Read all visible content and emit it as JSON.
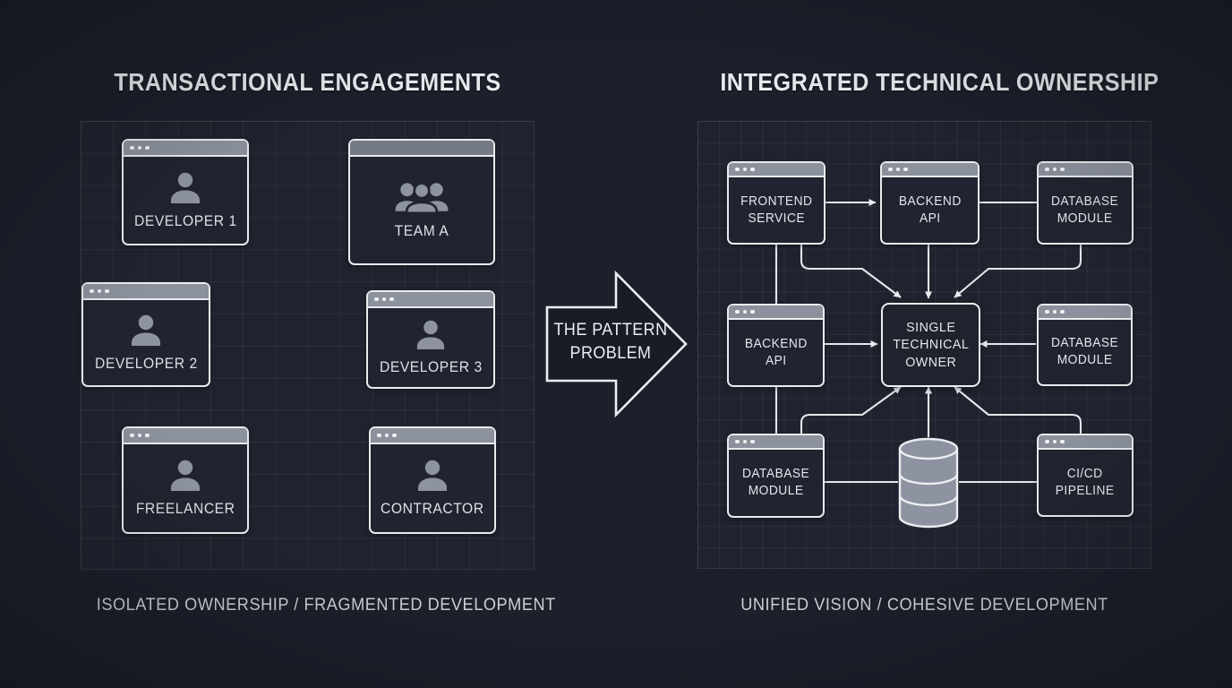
{
  "colors": {
    "background": "#1c202b",
    "panel_background": "#20232f",
    "grid_line": "#2e3240",
    "window_border": "#e9ebef",
    "titlebar_gray": "#8b919d",
    "icon_gray": "#8d93a0",
    "text_light": "#e8eaee",
    "connector_line": "#e4e6ea"
  },
  "left_section": {
    "title": "TRANSACTIONAL ENGAGEMENTS",
    "caption": "ISOLATED OWNERSHIP / FRAGMENTED DEVELOPMENT",
    "windows": [
      {
        "label": "DEVELOPER 1",
        "icon": "person-icon"
      },
      {
        "label": "TEAM A",
        "icon": "team-icon"
      },
      {
        "label": "DEVELOPER 2",
        "icon": "person-icon"
      },
      {
        "label": "DEVELOPER 3",
        "icon": "person-icon"
      },
      {
        "label": "FREELANCER",
        "icon": "person-icon"
      },
      {
        "label": "CONTRACTOR",
        "icon": "person-icon"
      }
    ]
  },
  "transition_arrow": {
    "line1": "THE PATTERN",
    "line2": "PROBLEM"
  },
  "right_section": {
    "title": "INTEGRATED TECHNICAL OWNERSHIP",
    "caption": "UNIFIED VISION / COHESIVE DEVELOPMENT",
    "nodes": [
      {
        "line1": "FRONTEND",
        "line2": "SERVICE"
      },
      {
        "line1": "BACKEND",
        "line2": "API"
      },
      {
        "line1": "DATABASE",
        "line2": "MODULE"
      },
      {
        "line1": "BACKEND",
        "line2": "API"
      },
      {
        "line1": "SINGLE",
        "line2": "TECHNICAL",
        "line3": "OWNER"
      },
      {
        "line1": "DATABASE",
        "line2": "MODULE"
      },
      {
        "line1": "DATABASE",
        "line2": "MODULE"
      },
      {
        "line1": "CI/CD",
        "line2": "PIPELINE"
      }
    ],
    "database_icon": "database-cylinder-icon"
  }
}
